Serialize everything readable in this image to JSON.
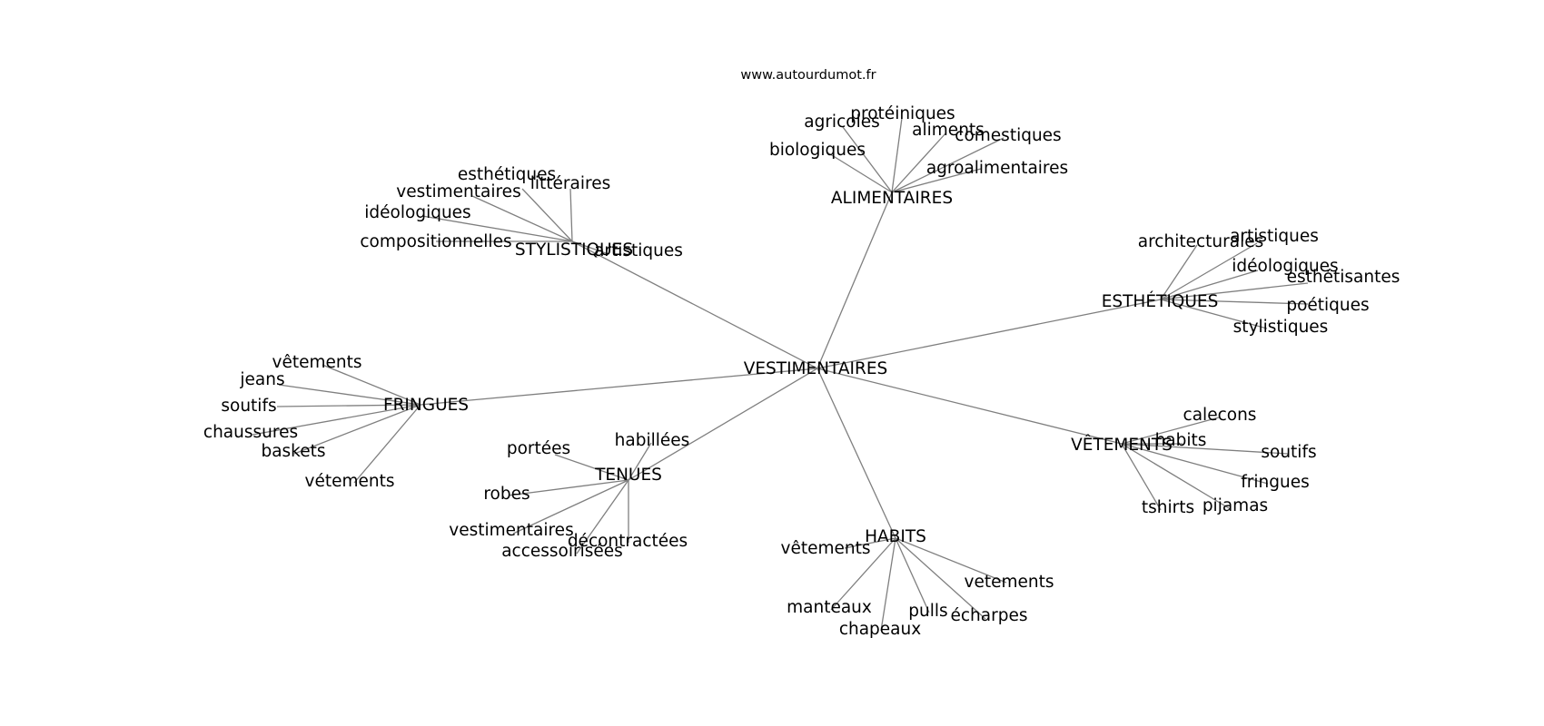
{
  "site": "www.autourdumot.fr",
  "center": {
    "id": "vestimentaires",
    "label": "VESTIMENTAIRES"
  },
  "clusters": [
    {
      "id": "alimentaires",
      "label": "ALIMENTAIRES",
      "leaves": [
        "protéiniques",
        "agricoles",
        "aliments",
        "comestiques",
        "biologiques",
        "agroalimentaires"
      ]
    },
    {
      "id": "stylistiques",
      "label": "STYLISTIQUES",
      "leaves": [
        "esthétiques",
        "littéraires",
        "vestimentaires",
        "idéologiques",
        "compositionnelles",
        "artistiques"
      ]
    },
    {
      "id": "esthetiques",
      "label": "ESTHÉTIQUES",
      "leaves": [
        "architecturales",
        "artistiques",
        "idéologiques",
        "esthétisantes",
        "poétiques",
        "stylistiques"
      ]
    },
    {
      "id": "fringues",
      "label": "FRINGUES",
      "leaves": [
        "vêtements",
        "jeans",
        "soutifs",
        "chaussures",
        "baskets",
        "vétements"
      ]
    },
    {
      "id": "tenues",
      "label": "TENUES",
      "leaves": [
        "habillées",
        "portées",
        "robes",
        "vestimentaires",
        "décontractées",
        "accessoirisées"
      ]
    },
    {
      "id": "vetements",
      "label": "VÊTEMENTS",
      "leaves": [
        "calecons",
        "habits",
        "soutifs",
        "fringues",
        "tshirts",
        "pijamas"
      ]
    },
    {
      "id": "habits",
      "label": "HABITS",
      "leaves": [
        "vêtements",
        "vetements",
        "manteaux",
        "pulls",
        "écharpes",
        "chapeaux"
      ]
    }
  ]
}
